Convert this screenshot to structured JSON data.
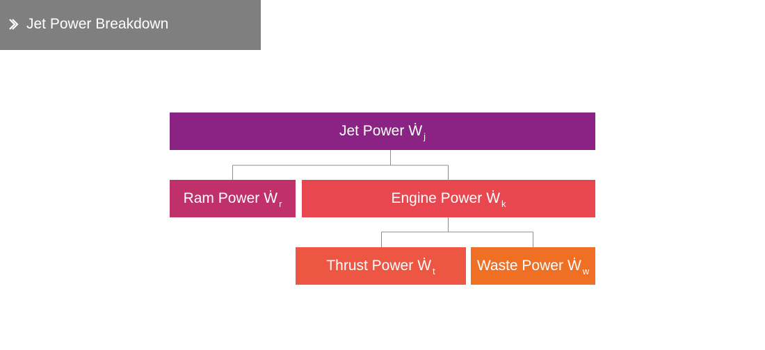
{
  "header": {
    "title": "Jet Power Breakdown",
    "icon": "double-chevron-right-icon",
    "background": "#7f7f7f"
  },
  "diagram": {
    "connector_color": "#8c8c8c",
    "nodes": [
      {
        "id": "jet",
        "label": "Jet Power",
        "symbol": "W",
        "subscript": "j",
        "color": "#8b2385"
      },
      {
        "id": "ram",
        "label": "Ram Power",
        "symbol": "W",
        "subscript": "r",
        "color": "#c0306a"
      },
      {
        "id": "engine",
        "label": "Engine Power",
        "symbol": "W",
        "subscript": "k",
        "color": "#e8474f"
      },
      {
        "id": "thrust",
        "label": "Thrust Power",
        "symbol": "W",
        "subscript": "t",
        "color": "#ec5642"
      },
      {
        "id": "waste",
        "label": "Waste Power",
        "symbol": "W",
        "subscript": "w",
        "color": "#ef7025"
      }
    ],
    "edges": [
      {
        "from": "jet",
        "to": "ram"
      },
      {
        "from": "jet",
        "to": "engine"
      },
      {
        "from": "engine",
        "to": "thrust"
      },
      {
        "from": "engine",
        "to": "waste"
      }
    ]
  }
}
